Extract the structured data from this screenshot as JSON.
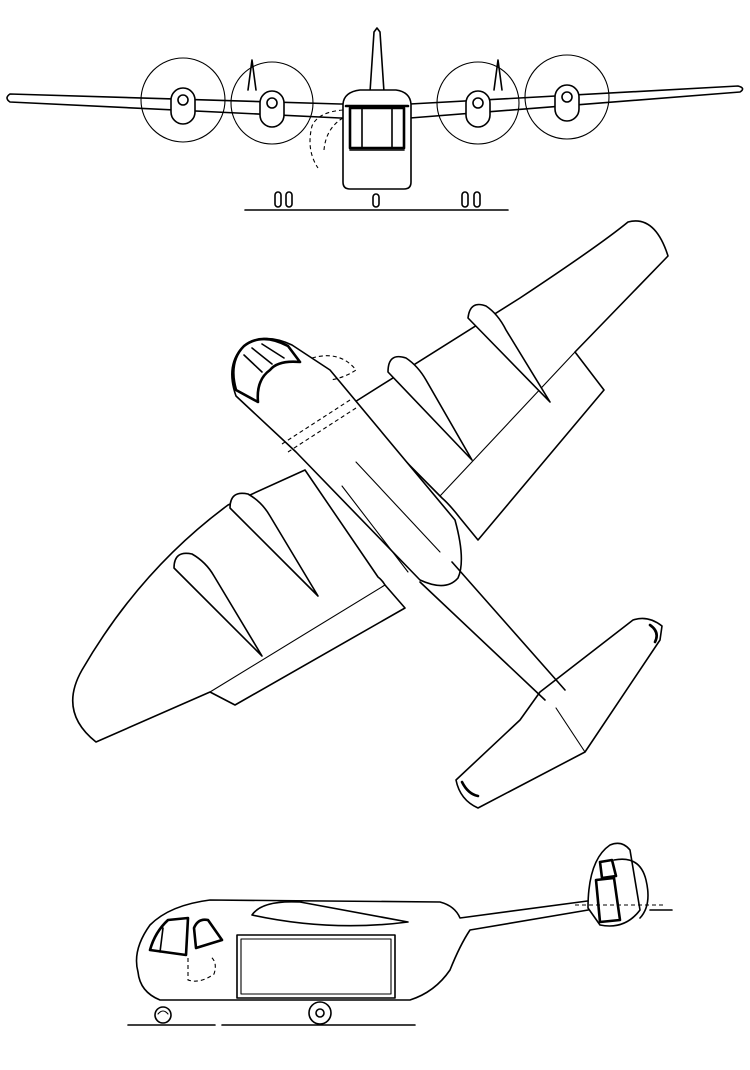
{
  "drawing": {
    "views": [
      {
        "name": "front"
      },
      {
        "name": "plan"
      },
      {
        "name": "side"
      }
    ]
  }
}
